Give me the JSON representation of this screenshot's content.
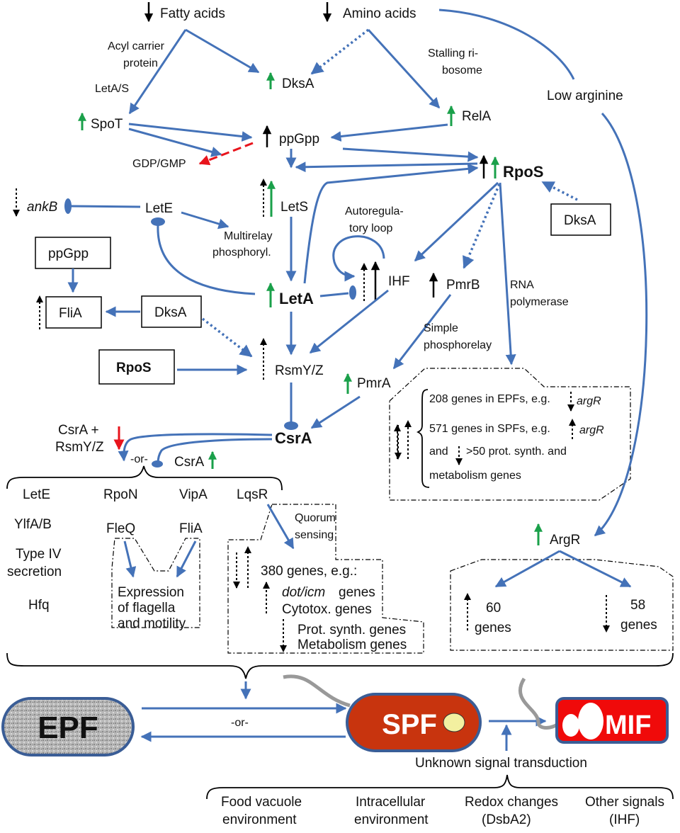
{
  "inputs": {
    "fatty_acids": "Fatty acids",
    "amino_acids": "Amino acids",
    "acyl_carrier_1": "Acyl carrier",
    "acyl_carrier_2": "protein",
    "leta_s": "LetA/S",
    "stalling_1": "Stalling ri-",
    "stalling_2": "bosome",
    "low_arginine": "Low arginine"
  },
  "nodes": {
    "dksa_top": "DksA",
    "spot": "SpoT",
    "rela": "RelA",
    "ppgpp": "ppGpp",
    "gdp_gmp": "GDP/GMP",
    "rpos": "RpoS",
    "ankb": "ankB",
    "lete": "LetE",
    "lets": "LetS",
    "autoreg_1": "Autoregula-",
    "autoreg_2": "tory loop",
    "dksa_box_right": "DksA",
    "multirelay_1": "Multirelay",
    "multirelay_2": "phosphoryl.",
    "ppgpp_box": "ppGpp",
    "fliA_box": "FliA",
    "dksa_box_left": "DksA",
    "leta": "LetA",
    "ihf": "IHF",
    "pmrb": "PmrB",
    "rna_pol_1": "RNA",
    "rna_pol_2": "polymerase",
    "simple_1": "Simple",
    "simple_2": "phosphorelay",
    "rpos_box": "RpoS",
    "rsmyz": "RsmY/Z",
    "pmra": "PmrA",
    "csra": "CsrA",
    "csra_rsm_1": "CsrA +",
    "csra_rsm_2": "RsmY/Z",
    "or_small": "-or-",
    "csra_free": "CsrA"
  },
  "rpos_targets": {
    "line1_pre": "208 genes in EPFs, e.g.",
    "line1_gene": "argR",
    "line2_pre": "571 genes in SPFs, e.g.",
    "line2_gene": "argR",
    "line3_pre": "and",
    "line3_post": ">50 prot. synth.  and",
    "line4": "metabolism genes"
  },
  "csra_targets": {
    "col1": [
      "LetE",
      "YlfA/B",
      "Type IV",
      "secretion",
      "Hfq"
    ],
    "col2_head": "RpoN",
    "col2_sub": "FleQ",
    "col3_head": "VipA",
    "col3_sub": "FliA",
    "col4_head": "LqsR",
    "flagella_1": "Expression",
    "flagella_2": "of flagella",
    "flagella_3": "and motility",
    "quorum_1": "Quorum",
    "quorum_2": "sensing",
    "lqs_1": "380 genes, e.g.:",
    "lqs_2": "dot/icm",
    "lqs_2b": "genes",
    "lqs_3": "Cytotox. genes",
    "lqs_4": "Prot. synth. genes",
    "lqs_5": "Metabolism genes"
  },
  "argr": {
    "name": "ArgR",
    "up_n": "60",
    "up_label": "genes",
    "down_n": "58",
    "down_label": "genes"
  },
  "cells": {
    "epf": "EPF",
    "spf": "SPF",
    "mif": "MIF",
    "or_label": "-or-",
    "unknown": "Unknown signal transduction"
  },
  "signals": {
    "s1a": "Food vacuole",
    "s1b": "environment",
    "s2a": "Intracellular",
    "s2b": "environment",
    "s3a": "Redox changes",
    "s3b": "(DsbA2)",
    "s4a": "Other signals",
    "s4b": "(IHF)"
  },
  "colors": {
    "arrow_blue": "#4472b8",
    "up_green": "#1aa04a",
    "down_red": "#e8141c",
    "spf_fill": "#c8340e",
    "mif_fill": "#f00a0a",
    "epf_fill": "#b8b8b8"
  }
}
